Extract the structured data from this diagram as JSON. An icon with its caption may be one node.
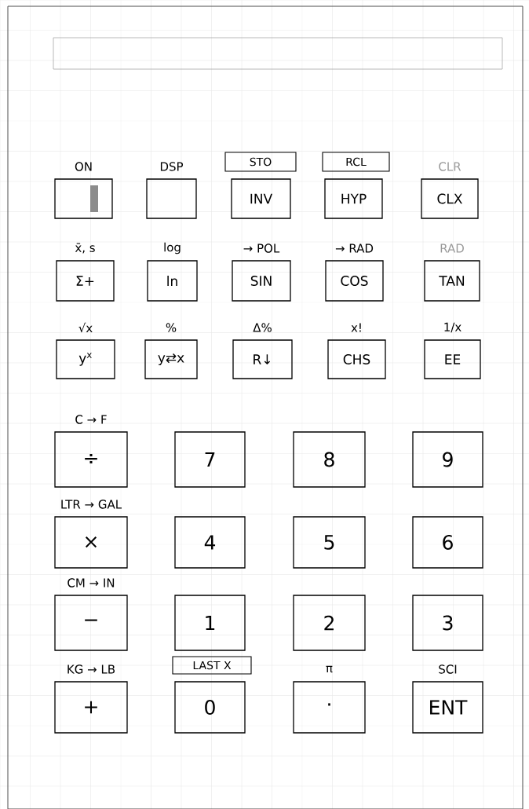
{
  "diagram": {
    "nodes": [
      {
        "text": [],
        "shape": "box",
        "beside": [
          "ON"
        ]
      },
      {
        "text": [],
        "shape": "box",
        "beside": [
          "DSP"
        ]
      },
      {
        "text": [
          "STO"
        ]
      },
      {
        "text": [
          "INV"
        ]
      },
      {
        "text": [
          "RCL"
        ]
      },
      {
        "text": [
          "HYP"
        ]
      },
      {
        "text": [
          "CLX"
        ],
        "beside": [
          "CLR"
        ]
      },
      {
        "text": [
          "Σ+"
        ],
        "beside": [
          "x̄, s"
        ]
      },
      {
        "text": [
          "ln"
        ],
        "beside": [
          "log"
        ]
      },
      {
        "text": [
          "SIN"
        ],
        "beside": [
          "→ POL"
        ]
      },
      {
        "text": [
          "COS"
        ],
        "beside": [
          "→ RAD"
        ]
      },
      {
        "text": [
          "TAN"
        ],
        "beside": [
          "RAD"
        ]
      },
      {
        "text": [
          "y$^{x}$"
        ],
        "beside": [
          "√x"
        ]
      },
      {
        "text": [
          "y⇄x"
        ],
        "beside": [
          "%"
        ]
      },
      {
        "text": [
          "R↓"
        ],
        "beside": [
          "Δ%"
        ]
      },
      {
        "text": [
          "CHS"
        ],
        "beside": [
          "x!"
        ]
      },
      {
        "text": [
          "EE"
        ],
        "beside": [
          "1/x"
        ]
      },
      {
        "text": [
          "÷"
        ],
        "beside": [
          "C → F"
        ]
      },
      {
        "text": [
          "7"
        ]
      },
      {
        "text": [
          "8"
        ]
      },
      {
        "text": [
          "9"
        ]
      },
      {
        "text": [
          "×"
        ],
        "beside": [
          "LTR → GAL"
        ]
      },
      {
        "text": [
          "4"
        ]
      },
      {
        "text": [
          "5"
        ]
      },
      {
        "text": [
          "6"
        ]
      },
      {
        "text": [
          "−"
        ],
        "beside": [
          "CM → IN"
        ]
      },
      {
        "text": [
          "1"
        ]
      },
      {
        "text": [
          "2"
        ]
      },
      {
        "text": [
          "3"
        ]
      },
      {
        "text": [
          "+"
        ],
        "beside": [
          "KG → LB"
        ]
      },
      {
        "text": [
          "LAST X"
        ]
      },
      {
        "text": [
          "0"
        ]
      },
      {
        "text": [
          "·"
        ],
        "beside": [
          "π"
        ]
      },
      {
        "text": [
          "ENT"
        ],
        "beside": [
          "SCI"
        ]
      }
    ]
  }
}
